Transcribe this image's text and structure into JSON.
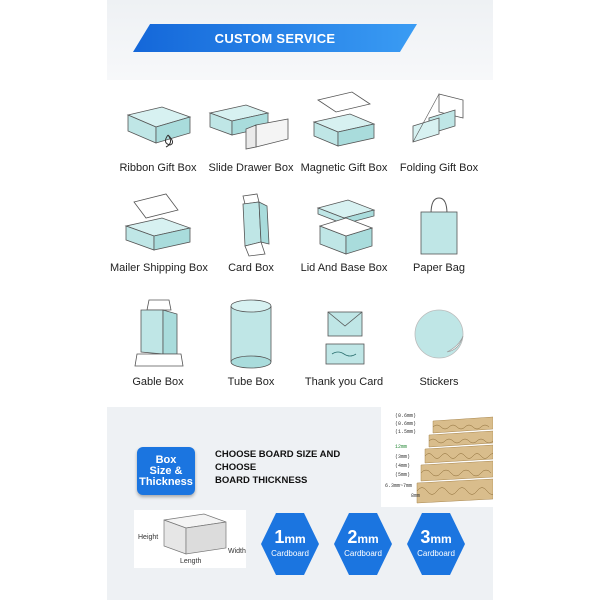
{
  "header": {
    "title": "CUSTOM SERVICE"
  },
  "products": [
    {
      "label": "Ribbon Gift Box"
    },
    {
      "label": "Slide Drawer Box"
    },
    {
      "label": "Magnetic Gift Box"
    },
    {
      "label": "Folding Gift Box"
    },
    {
      "label": "Mailer Shipping Box"
    },
    {
      "label": "Card Box"
    },
    {
      "label": "Lid And Base Box"
    },
    {
      "label": "Paper Bag"
    },
    {
      "label": "Gable Box"
    },
    {
      "label": "Tube Box"
    },
    {
      "label": "Thank you Card"
    },
    {
      "label": "Stickers"
    }
  ],
  "size_section": {
    "badge_line1": "Box",
    "badge_line2": "Size &",
    "badge_line3": "Thickness",
    "heading_line1": "CHOOSE BOARD SIZE AND CHOOSE",
    "heading_line2": "BOARD THICKNESS",
    "corrugated_labels": [
      "(0.6mm)",
      "(0.6mm)",
      "(1.5mm)",
      "12mm",
      "(3mm)",
      "(4mm)",
      "(5mm)",
      "6.3mm~7mm",
      "8mm"
    ],
    "dimensions": {
      "height": "Height",
      "width": "Width",
      "length": "Length"
    },
    "thickness_options": [
      {
        "value": "1",
        "unit": "mm",
        "label": "Cardboard"
      },
      {
        "value": "2",
        "unit": "mm",
        "label": "Cardboard"
      },
      {
        "value": "3",
        "unit": "mm",
        "label": "Cardboard"
      }
    ]
  },
  "colors": {
    "accent": "#1b75e0",
    "box_fill": "#bfe6e6",
    "outline": "#555555"
  }
}
